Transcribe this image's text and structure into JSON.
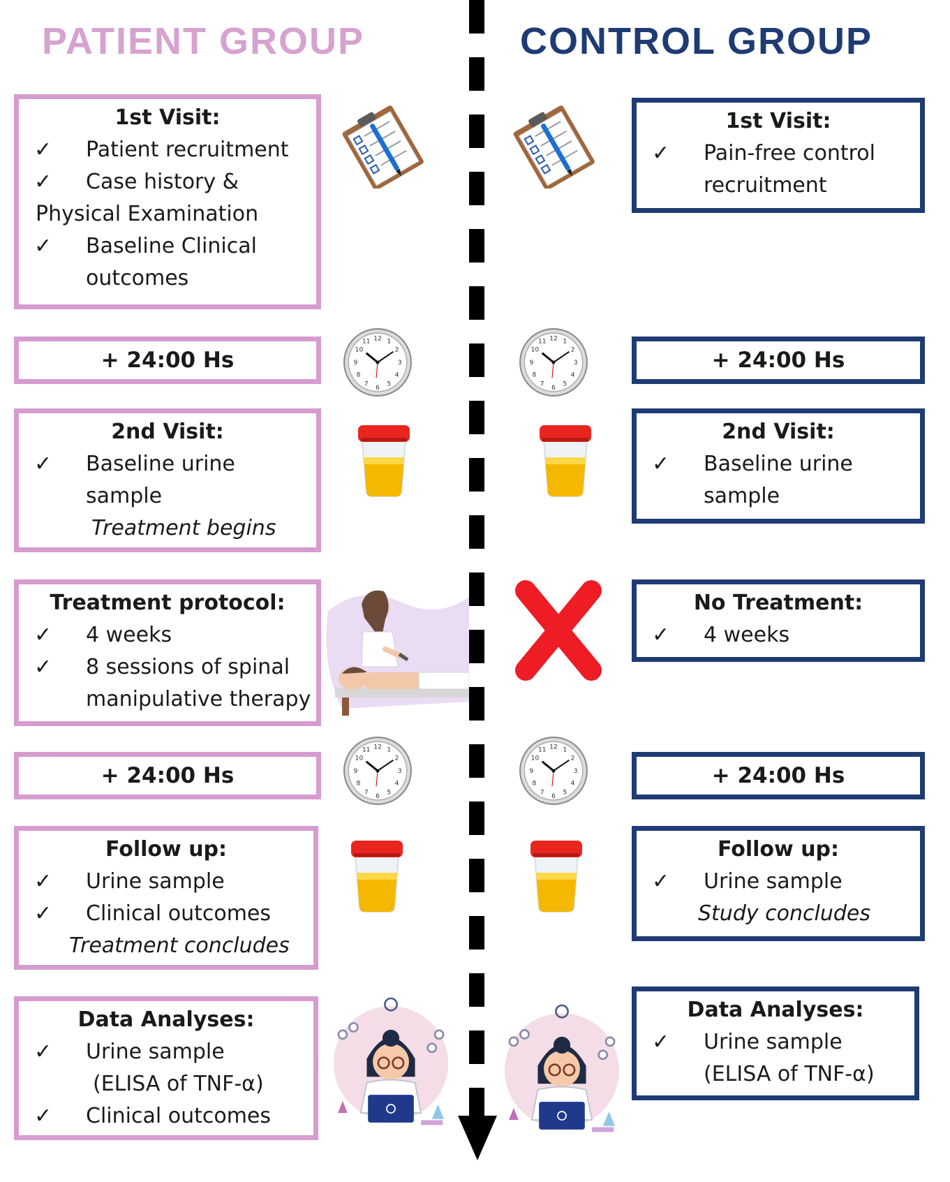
{
  "patient": {
    "title": "PATIENT GROUP",
    "visit1": {
      "heading": "1st Visit:",
      "item1": "Patient recruitment",
      "item2": "Case history &",
      "item2b": "Physical Examination",
      "item3": "Baseline Clinical",
      "item3b": "outcomes"
    },
    "wait1": "+ 24:00 Hs",
    "visit2": {
      "heading": "2nd Visit:",
      "item1": "Baseline urine",
      "item1b": "sample",
      "note": "Treatment begins"
    },
    "treatment": {
      "heading": "Treatment protocol:",
      "item1": "4 weeks",
      "item2": "8 sessions of spinal",
      "item2b": "manipulative therapy"
    },
    "wait2": "+ 24:00 Hs",
    "followup": {
      "heading": "Follow up:",
      "item1": "Urine sample",
      "item2": "Clinical outcomes",
      "note": "Treatment concludes"
    },
    "analyses": {
      "heading": "Data Analyses:",
      "item1": "Urine sample",
      "item1b": "(ELISA of TNF-α)",
      "item2": "Clinical outcomes"
    }
  },
  "control": {
    "title": "CONTROL GROUP",
    "visit1": {
      "heading": "1st Visit:",
      "item1": "Pain-free control",
      "item1b": "recruitment"
    },
    "wait1": "+ 24:00 Hs",
    "visit2": {
      "heading": "2nd Visit:",
      "item1": "Baseline urine",
      "item1b": "sample"
    },
    "treatment": {
      "heading": "No Treatment:",
      "item1": "4 weeks"
    },
    "wait2": "+ 24:00 Hs",
    "followup": {
      "heading": "Follow up:",
      "item1": "Urine sample",
      "note": "Study concludes"
    },
    "analyses": {
      "heading": "Data Analyses:",
      "item1": "Urine sample",
      "item1b": "(ELISA of TNF-α)"
    }
  },
  "check_mark": "✓",
  "icons": {
    "clipboard": "clipboard-checklist-icon",
    "clock": "wall-clock-icon",
    "urine_cup": "urine-sample-cup-icon",
    "therapy": "spinal-manipulation-illustration",
    "no_treatment": "red-x-icon",
    "scientist": "scientist-laptop-illustration"
  },
  "colors": {
    "patient": "#d69bcf",
    "patient_title": "#d6a2cf",
    "control": "#1f3b74",
    "cross": "#ee1c25",
    "urine": "#f5b800",
    "lid": "#e8261f"
  }
}
